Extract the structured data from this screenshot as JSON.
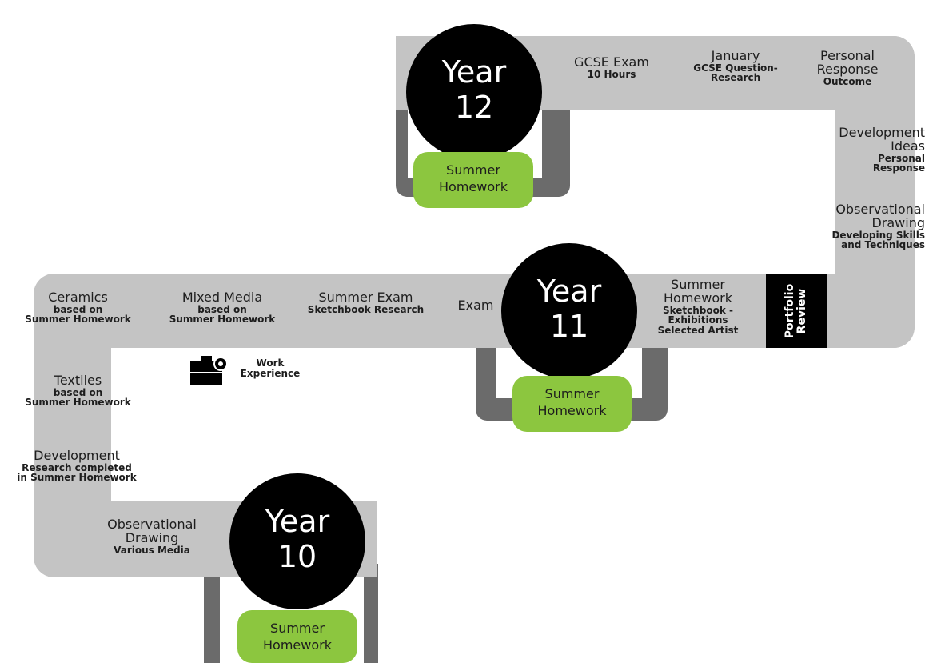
{
  "colors": {
    "road": "#c4c4c4",
    "bracket": "#6b6b6b",
    "circle": "#000000",
    "pill": "#8cc63f",
    "review": "#000000"
  },
  "year12": {
    "label_line1": "Year",
    "label_line2": "12",
    "summer_homework": {
      "line1": "Summer",
      "line2": "Homework"
    },
    "gcse_exam": {
      "title": "GCSE Exam",
      "sub": "10 Hours"
    },
    "january": {
      "title": "January",
      "sub1": "GCSE Question-",
      "sub2": "Research"
    },
    "personal_response": {
      "title1": "Personal",
      "title2": "Response",
      "sub": "Outcome"
    }
  },
  "right_column": {
    "development_ideas": {
      "title1": "Development",
      "title2": "Ideas",
      "sub1": "Personal",
      "sub2": "Response"
    },
    "observational_drawing": {
      "title1": "Observational",
      "title2": "Drawing",
      "sub1": "Developing Skills",
      "sub2": "and Techniques"
    }
  },
  "year11": {
    "label_line1": "Year",
    "label_line2": "11",
    "summer_homework": {
      "line1": "Summer",
      "line2": "Homework"
    },
    "portfolio_review": {
      "line1": "Portfolio",
      "line2": "Review"
    },
    "summer_homework_sketchbook": {
      "title1": "Summer",
      "title2": "Homework",
      "sub1": "Sketchbook -",
      "sub2": "Exhibitions",
      "sub3": "Selected Artist"
    },
    "exam": {
      "title": "Exam"
    },
    "summer_exam": {
      "title": "Summer Exam",
      "sub": "Sketchbook Research"
    },
    "mixed_media": {
      "title": "Mixed Media",
      "sub1": "based on",
      "sub2": "Summer Homework"
    },
    "ceramics": {
      "title": "Ceramics",
      "sub1": "based on",
      "sub2": "Summer Homework"
    },
    "work_experience": {
      "line1": "Work",
      "line2": "Experience",
      "icon": "briefcase-icon"
    }
  },
  "left_column": {
    "textiles": {
      "title": "Textiles",
      "sub1": "based on",
      "sub2": "Summer Homework"
    },
    "development": {
      "title": "Development",
      "sub1": "Research completed",
      "sub2": "in Summer Homework"
    }
  },
  "year10": {
    "label_line1": "Year",
    "label_line2": "10",
    "summer_homework": {
      "line1": "Summer",
      "line2": "Homework"
    },
    "observational_drawing": {
      "title1": "Observational",
      "title2": "Drawing",
      "sub": "Various Media"
    }
  }
}
